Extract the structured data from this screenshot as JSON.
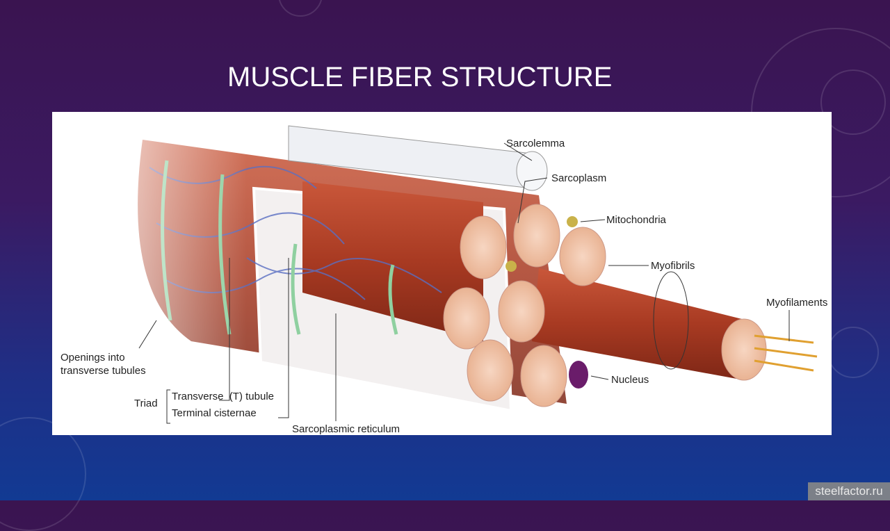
{
  "slide": {
    "title": "MUSCLE FIBER STRUCTURE"
  },
  "diagram": {
    "labels": {
      "sarcolemma": "Sarcolemma",
      "sarcoplasm": "Sarcoplasm",
      "mitochondria": "Mitochondria",
      "myofibrils": "Myofibrils",
      "myofilaments": "Myofilaments",
      "nucleus": "Nucleus",
      "openings_line1": "Openings into",
      "openings_line2": "transverse tubules",
      "triad": "Triad",
      "t_tubule": "Transverse  (T) tubule",
      "terminal_cisternae": "Terminal cisternae",
      "sarcoplasmic_reticulum": "Sarcoplasmic reticulum"
    }
  },
  "watermark": "steelfactor.ru",
  "colors": {
    "muscle": "#b8452a",
    "myofibril_end": "#f3c9b0",
    "reticulum": "#5a6fc2",
    "ttubule": "#8fd0a0"
  }
}
